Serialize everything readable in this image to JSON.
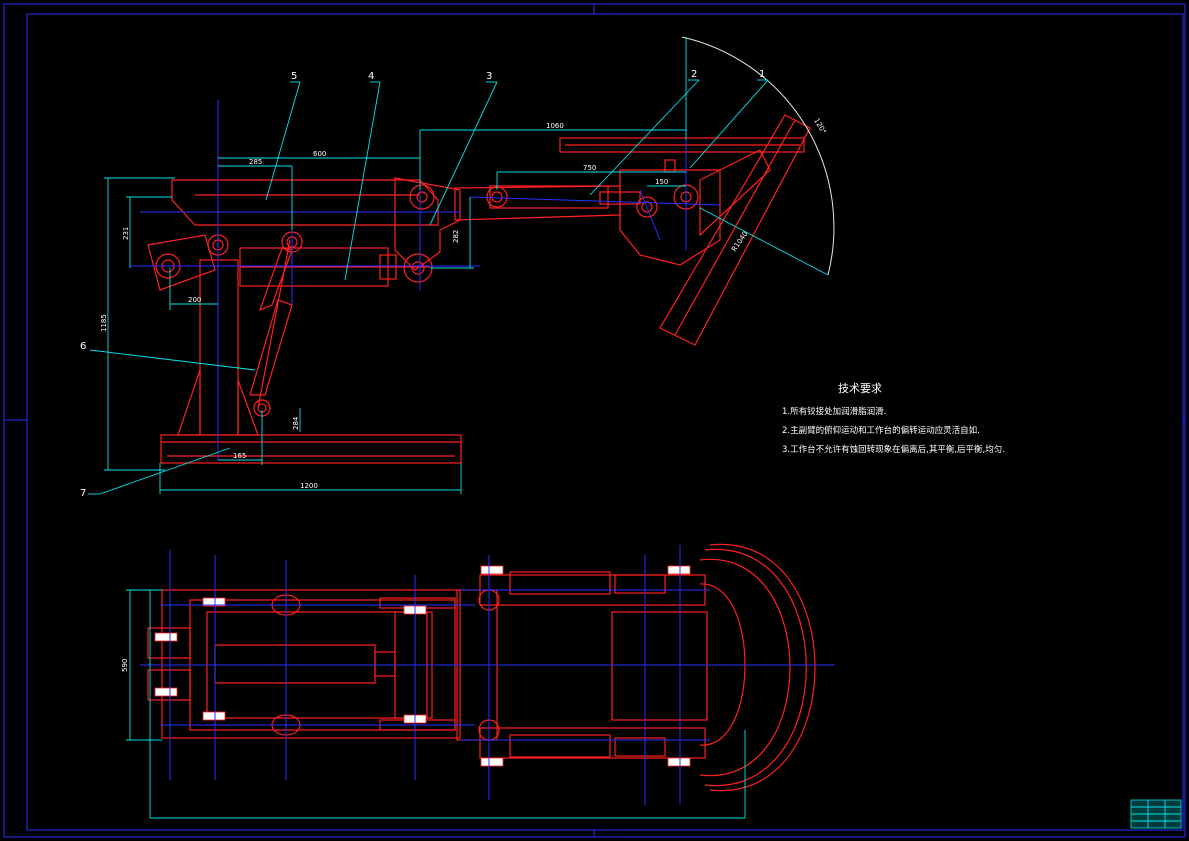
{
  "drawing": {
    "part_labels": [
      "1",
      "2",
      "3",
      "4",
      "5",
      "6",
      "7"
    ],
    "dimensions": {
      "d1200": "1200",
      "d1185": "1185",
      "d231": "231",
      "d200": "200",
      "d165": "165",
      "d284": "284",
      "d285": "285",
      "d600": "600",
      "d1060": "1060",
      "d750": "750",
      "d150": "150",
      "d282": "282",
      "d590": "590",
      "angle": "120°",
      "radius": "R1040"
    }
  },
  "notes": {
    "title": "技术要求",
    "items": [
      "1.所有铰接处加润滑脂润滑.",
      "2.主副臂的俯仰运动和工作台的偏转运动应灵活自如.",
      "3.工作台不允许有蚀回转现象在偏离后,其平衡,后平衡,均匀."
    ]
  },
  "colors": {
    "frame": "#2830ff",
    "part": "#ff2020",
    "dimension": "#00e5ee"
  }
}
